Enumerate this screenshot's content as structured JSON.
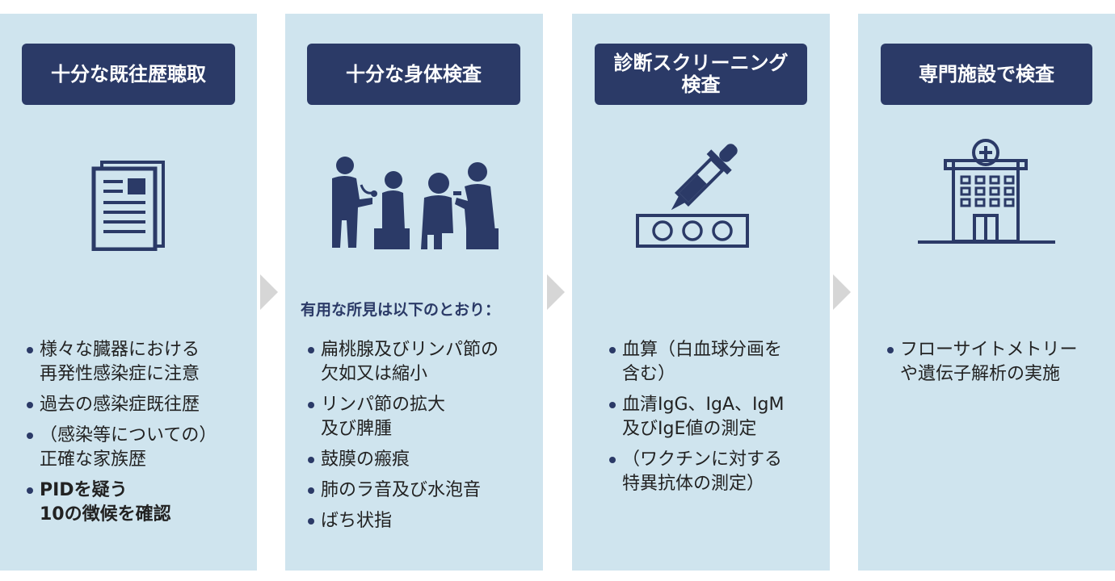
{
  "columns": [
    {
      "header": "十分な既往歴聴取",
      "icon": "document-icon",
      "items": [
        {
          "text": "様々な臓器における\n再発性感染症に注意",
          "bold": false
        },
        {
          "text": "過去の感染症既往歴",
          "bold": false
        },
        {
          "text": "（感染等についての）\n正確な家族歴",
          "bold": false
        },
        {
          "text": "PIDを疑う\n10の徴候を確認",
          "bold": true
        }
      ]
    },
    {
      "header": "十分な身体検査",
      "icon": "physical-exam-icon",
      "lead": "有用な所見は以下のとおり：",
      "items": [
        {
          "text": "扁桃腺及びリンパ節の\n欠如又は縮小",
          "bold": false
        },
        {
          "text": "リンパ節の拡大\n及び脾腫",
          "bold": false
        },
        {
          "text": "鼓膜の瘢痕",
          "bold": false
        },
        {
          "text": "肺のラ音及び水泡音",
          "bold": false
        },
        {
          "text": "ばち状指",
          "bold": false
        }
      ]
    },
    {
      "header": "診断スクリーニング\n検査",
      "icon": "dropper-icon",
      "items": [
        {
          "text": "血算（白血球分画を\n含む）",
          "bold": false
        },
        {
          "text": "血清IgG、IgA、IgM\n及びIgE値の測定",
          "bold": false
        },
        {
          "text": "（ワクチンに対する\n特異抗体の測定）",
          "bold": false
        }
      ]
    },
    {
      "header": "専門施設で検査",
      "icon": "hospital-icon",
      "items": [
        {
          "text": "フローサイトメトリー\nや遺伝子解析の実施",
          "bold": false
        }
      ]
    }
  ],
  "colors": {
    "panel": "#cfe4ee",
    "header": "#2b3a67",
    "chevron": "#d6d6d6",
    "icon": "#2b3a67"
  }
}
